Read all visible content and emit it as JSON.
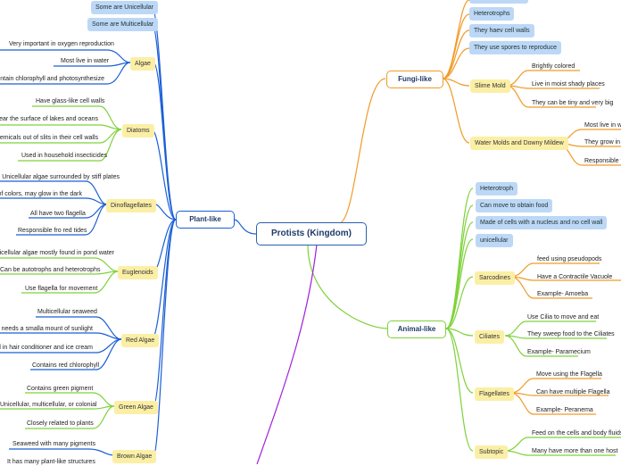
{
  "central": "Protists (Kingdom)",
  "plant": {
    "title": "Plant-like",
    "top_boxes": [
      "Some are Unicellular",
      "Some are Multicellular"
    ],
    "algae": {
      "label": "Algae",
      "items": [
        "Very important in oxygen reproduction",
        "Most live in water",
        "They contain chlorophyll and photosynthesize"
      ]
    },
    "diatoms": {
      "label": "Diatoms",
      "items": [
        "Have glass-like cell walls",
        "Float near the surface of lakes and oceans",
        "Moving chemicals out of slits in their cell walls",
        "Used in household insecticides"
      ]
    },
    "dinoflagellates": {
      "label": "Dinoflagellates",
      "items": [
        "Unicellular algae surrounded by stiff plates",
        "Variety of colors, may glow in the dark",
        "All have two flagella",
        "Responsible fro red tides"
      ]
    },
    "euglenoids": {
      "label": "Euglenoids",
      "items": [
        "Unicellular algae mostly found in pond water",
        "Can be autotrophs and heterotrophs",
        "Use flagella for movement"
      ]
    },
    "red_algae": {
      "label": "Red Algae",
      "items": [
        "Multicellular seaweed",
        "Only needs a smalla mount of sunlight",
        "Used in hair conditioner and ice cream",
        "Contains red chlorophyll"
      ]
    },
    "green_algae": {
      "label": "Green Algae",
      "items": [
        "Contains green pigment",
        "Unicellular, multicellular, or colonial",
        "Closely related to plants"
      ]
    },
    "brown_algae": {
      "label": "Brown Algae",
      "items": [
        "Seaweed with many pigments",
        "It has many plant-like structures"
      ]
    }
  },
  "fungi": {
    "title": "Fungi-like",
    "top_boxes": [
      "Heterotrophs",
      "They haev cell walls",
      "They use spores to reproduce"
    ],
    "slime_mold": {
      "label": "Slime Mold",
      "items": [
        "Brightly colored",
        "Live in moist shady places",
        "They can be tiny and very big"
      ]
    },
    "water_molds": {
      "label": "Water Molds and Downy Mildew",
      "items": [
        "Most live in wa",
        "They grow in t",
        "Responsible fo"
      ]
    }
  },
  "animal": {
    "title": "Animal-like",
    "top_boxes": [
      "Heterotroph",
      "Can move to obtain food",
      "Made of cells with a nucleus and no cell wall",
      "unicellular"
    ],
    "sarcodines": {
      "label": "Sarcodines",
      "items": [
        "feed using pseudopods",
        "Have a Contractile Vacuole",
        "Example- Amoeba"
      ]
    },
    "ciliates": {
      "label": "Ciliates",
      "items": [
        "Use Cilia to move and eat",
        "They sweep food to the Ciliates",
        "Example- Paramecium"
      ]
    },
    "flagellates": {
      "label": "Flagellates",
      "items": [
        "Move using the Flagella",
        "Can have multiple Flagella",
        "Example- Peranema"
      ]
    },
    "subtopic": {
      "label": "Subtopic",
      "items": [
        "Feed on the cells and body fluids of t",
        "Many have more than one host"
      ]
    }
  },
  "colors": {
    "plant": "#1a5fd6",
    "fungi": "#f19a26",
    "animal": "#7ed23a",
    "other": "#a020d8",
    "central_border": "#2a5fae"
  }
}
